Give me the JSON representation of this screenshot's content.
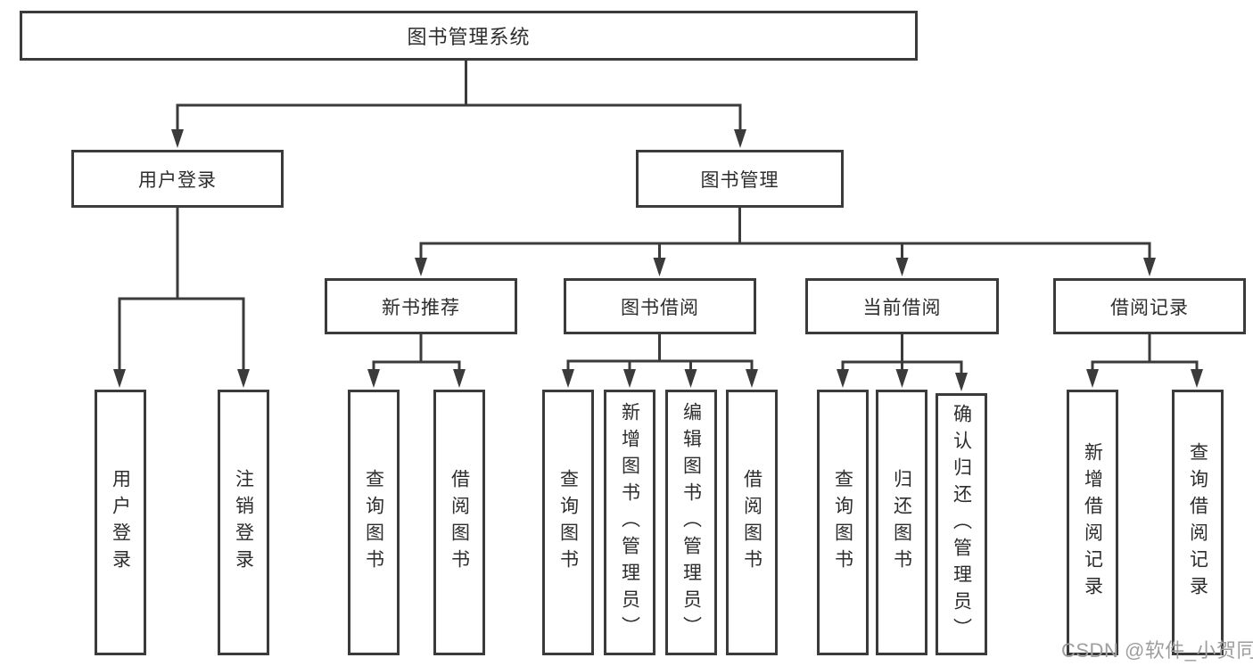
{
  "diagram": {
    "root": {
      "label": "图书管理系统"
    },
    "branches": {
      "login": {
        "label": "用户登录",
        "children": [
          {
            "label": "用户登录"
          },
          {
            "label": "注销登录"
          }
        ]
      },
      "management": {
        "label": "图书管理",
        "sections": [
          {
            "label": "新书推荐",
            "children": [
              {
                "label": "查询图书"
              },
              {
                "label": "借阅图书"
              }
            ]
          },
          {
            "label": "图书借阅",
            "children": [
              {
                "label": "查询图书"
              },
              {
                "label": "新增图书（管理员）"
              },
              {
                "label": "编辑图书（管理员）"
              },
              {
                "label": "借阅图书"
              }
            ]
          },
          {
            "label": "当前借阅",
            "children": [
              {
                "label": "查询图书"
              },
              {
                "label": "归还图书"
              },
              {
                "label": "确认归还（管理员）"
              }
            ]
          },
          {
            "label": "借阅记录",
            "children": [
              {
                "label": "新增借阅记录"
              },
              {
                "label": "查询借阅记录"
              }
            ]
          }
        ]
      }
    }
  },
  "watermark": {
    "text": "CSDN @软件_小贺同学"
  },
  "colors": {
    "line": "#3b3b3b",
    "box_border": "#3b3b3b",
    "text": "#2d2d2d",
    "watermark": "#9e9e9e",
    "background": "#ffffff"
  }
}
